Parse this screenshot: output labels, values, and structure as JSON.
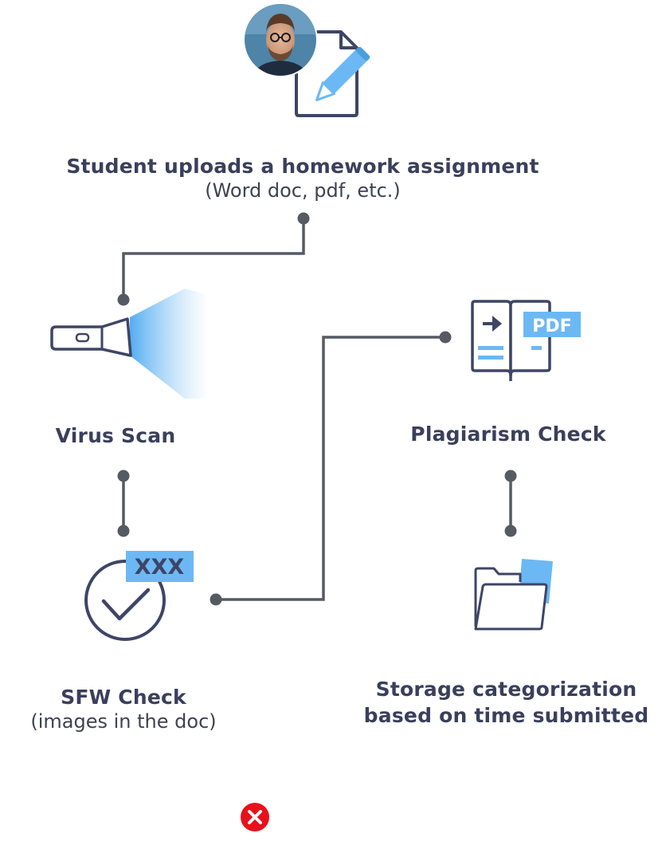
{
  "steps": {
    "upload": {
      "title": "Student uploads a homework assignment",
      "subtitle": "(Word doc, pdf, etc.)"
    },
    "virus_scan": {
      "title": "Virus Scan"
    },
    "plagiarism": {
      "title": "Plagiarism Check",
      "badge": "PDF"
    },
    "sfw": {
      "title": "SFW Check",
      "subtitle": "(images in the doc)",
      "badge": "XXX"
    },
    "storage": {
      "title_line1": "Storage categorization",
      "title_line2": "based on time submitted"
    }
  },
  "colors": {
    "text": "#3a3f5c",
    "line": "#555a63",
    "icon_stroke": "#3e4566",
    "accent": "#6cb8f5",
    "error": "#e8101a"
  },
  "icons": [
    "avatar",
    "document-pencil-icon",
    "flashlight-icon",
    "book-pdf-icon",
    "check-circle-icon",
    "folder-icon",
    "error-icon"
  ]
}
